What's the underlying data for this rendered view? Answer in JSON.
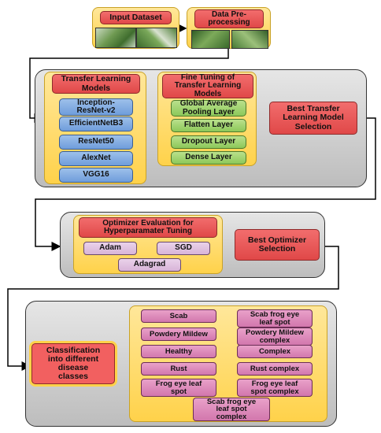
{
  "input_dataset": {
    "label": "Input Dataset"
  },
  "preprocessing": {
    "label": "Data Pre-\nprocessing"
  },
  "transfer_learning": {
    "title": "Transfer Learning\nModels",
    "models": [
      "Inception-\nResNet-v2",
      "EfficientNetB3",
      "ResNet50",
      "AlexNet",
      "VGG16"
    ]
  },
  "fine_tuning": {
    "title": "Fine Tuning of\nTransfer Learning\nModels",
    "layers": [
      "Global Average\nPooling Layer",
      "Flatten Layer",
      "Dropout Layer",
      "Dense Layer"
    ]
  },
  "best_model": {
    "label": "Best Transfer\nLearning Model\nSelection"
  },
  "optimizer": {
    "title": "Optimizer Evaluation for\nHyperparamater Tuning",
    "options": [
      "Adam",
      "SGD",
      "Adagrad"
    ]
  },
  "best_optimizer": {
    "label": "Best Optimizer\nSelection"
  },
  "classification": {
    "label": "Classification\ninto different\ndisease\nclasses"
  },
  "classes": [
    "Scab",
    "Scab frog eye\nleaf spot",
    "Powdery Mildew",
    "Powdery Mildew\ncomplex",
    "Healthy",
    "Complex",
    "Rust",
    "Rust complex",
    "Frog eye leaf\nspot",
    "Frog eye leaf\nspot complex",
    "Scab frog eye\nleaf spot\ncomplex"
  ]
}
